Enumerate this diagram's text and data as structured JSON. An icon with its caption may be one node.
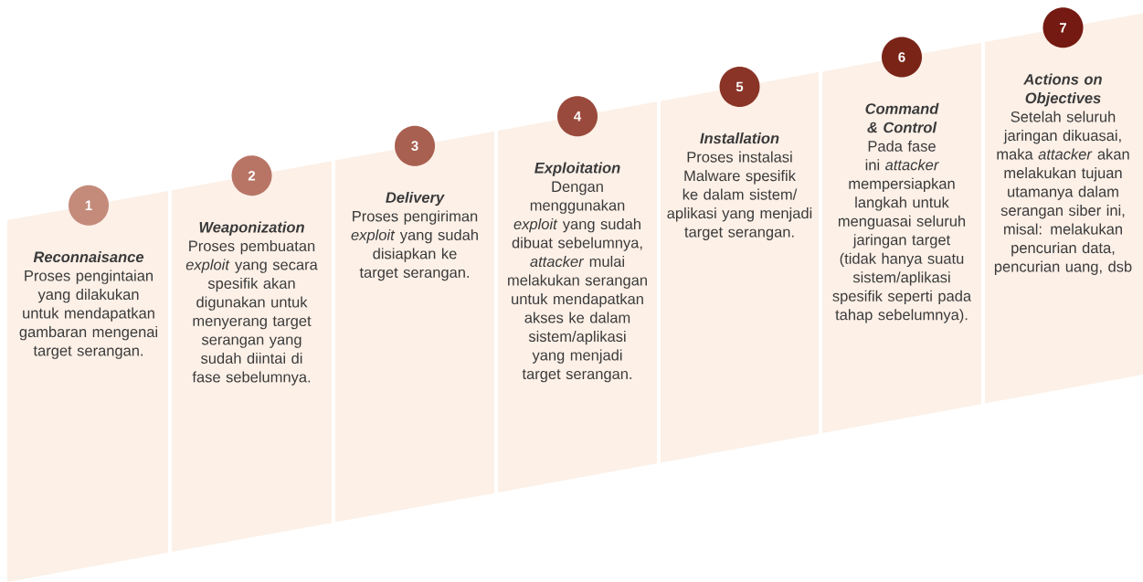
{
  "diagram": {
    "nodes": [
      {
        "text": [
          "1"
        ]
      },
      {
        "text": [
          "Reconnaisance",
          "Proses pengintaian yang dilakukan untuk mendapatkan gambaran mengenai target serangan."
        ]
      },
      {
        "text": [
          "2"
        ]
      },
      {
        "text": [
          "Weaponization",
          "Proses pembuatan *exploit* yang secara spesifik akan digunakan untuk menyerang target serangan yang sudah diintai di fase sebelumnya."
        ]
      },
      {
        "text": [
          "3"
        ]
      },
      {
        "text": [
          "Delivery",
          "Proses pengiriman *exploit* yang sudah disiapkan ke target serangan."
        ]
      },
      {
        "text": [
          "4"
        ]
      },
      {
        "text": [
          "Exploitation",
          "Dengan menggunakan *exploit* yang sudah dibuat sebelumnya, *attacker* mulai melakukan serangan untuk mendapatkan akses ke dalam sistem/aplikasi yang menjadi target serangan."
        ]
      },
      {
        "text": [
          "5"
        ]
      },
      {
        "text": [
          "Installation",
          "Proses instalasi Malware spesifik ke dalam sistem/ aplikasi yang menjadi target serangan."
        ]
      },
      {
        "text": [
          "6"
        ]
      },
      {
        "text": [
          "Command & Control",
          "Pada fase ini *attacker* mempersiapkan langkah untuk menguasai seluruh jaringan target (tidak hanya suatu sistem/aplikasi spesifik seperti pada tahap sebelumnya)."
        ]
      },
      {
        "text": [
          "7"
        ]
      },
      {
        "text": [
          "Actions on Objectives",
          "Setelah seluruh jaringan dikuasai, maka *attacker* akan melakukan tujuan utamanya dalam serangan siber ini, misal: melakukan pencurian data, pencurian uang, dsb"
        ]
      }
    ]
  }
}
